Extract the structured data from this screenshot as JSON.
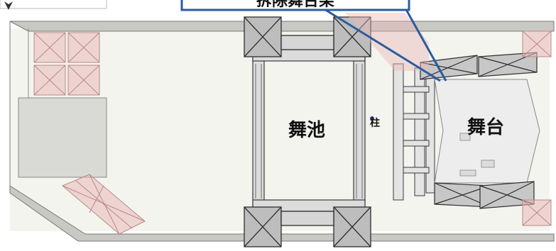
{
  "labels": {
    "top_callout": "拆除舞台架",
    "dance_floor": "舞池",
    "pillar": "柱",
    "stage": "舞台"
  },
  "colors": {
    "floor": "#f4f4ee",
    "wall": "#c9c9c4",
    "truss": "#3a3a3a",
    "pink_truss": "#e8b9b9",
    "callout_border": "#2b5c9e",
    "stage_block": "#ededed"
  },
  "icons": {
    "compass": "north-arrow-icon"
  }
}
